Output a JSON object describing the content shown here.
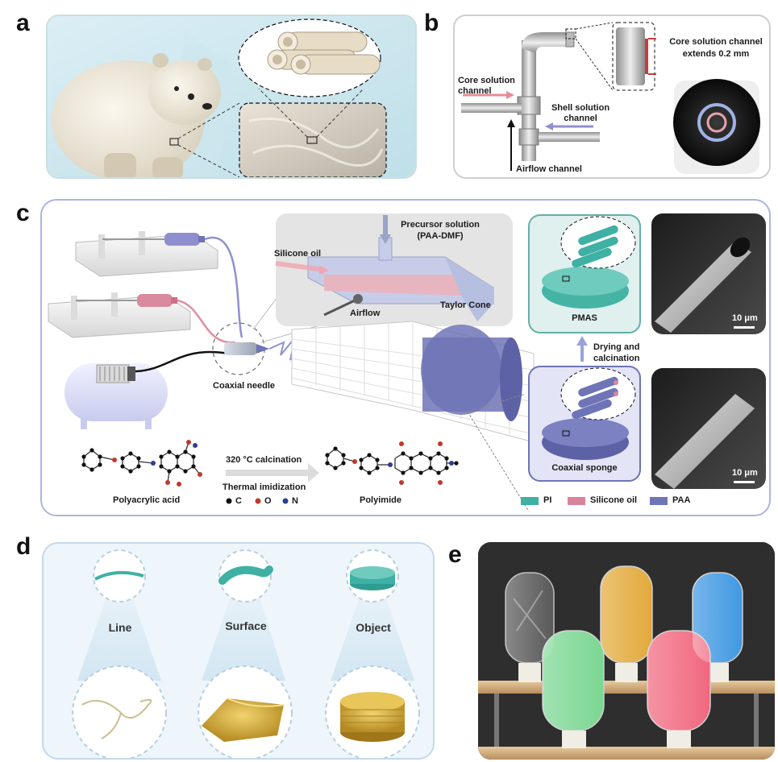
{
  "panels": {
    "a": {
      "letter": "a"
    },
    "b": {
      "letter": "b",
      "core_channel": "Core solution channel",
      "core_extends_line1": "Core solution channel",
      "core_extends_line2": "extends 0.2 mm",
      "shell_channel": "Shell solution channel",
      "airflow_channel": "Airflow channel"
    },
    "c": {
      "letter": "c",
      "silicone_oil": "Silicone oil",
      "precursor_line1": "Precursor solution",
      "precursor_line2": "(PAA-DMF)",
      "airflow": "Airflow",
      "taylor_cone": "Taylor Cone",
      "coaxial_needle": "Coaxial needle",
      "pmas": "PMAS",
      "drying_line1": "Drying and",
      "drying_line2": "calcination",
      "coaxial_sponge": "Coaxial sponge",
      "scale_top": "10 μm",
      "scale_bottom": "10 μm",
      "calcination": "320 °C calcination",
      "thermal": "Thermal imidization",
      "polyacrylic": "Polyacrylic acid",
      "polyimide": "Polyimide",
      "atom_c": "C",
      "atom_o": "O",
      "atom_n": "N",
      "legend_pi": "PI",
      "legend_silicone": "Silicone oil",
      "legend_paa": "PAA"
    },
    "d": {
      "letter": "d",
      "line": "Line",
      "surface": "Surface",
      "object": "Object"
    },
    "e": {
      "letter": "e"
    }
  },
  "colors": {
    "panel_border": "#b9c7e8",
    "panel_fill_a": "#eaf3f6",
    "panel_fill_c": "#ffffff",
    "pi_teal": "#3fb0a4",
    "silicone_pink": "#d9849a",
    "paa_purple": "#6e74b6",
    "jar_green": "#6fd389",
    "jar_red": "#f05a73",
    "jar_yellow": "#e0a22a",
    "jar_blue": "#2f8fe0",
    "gold": "#d6b24a"
  }
}
